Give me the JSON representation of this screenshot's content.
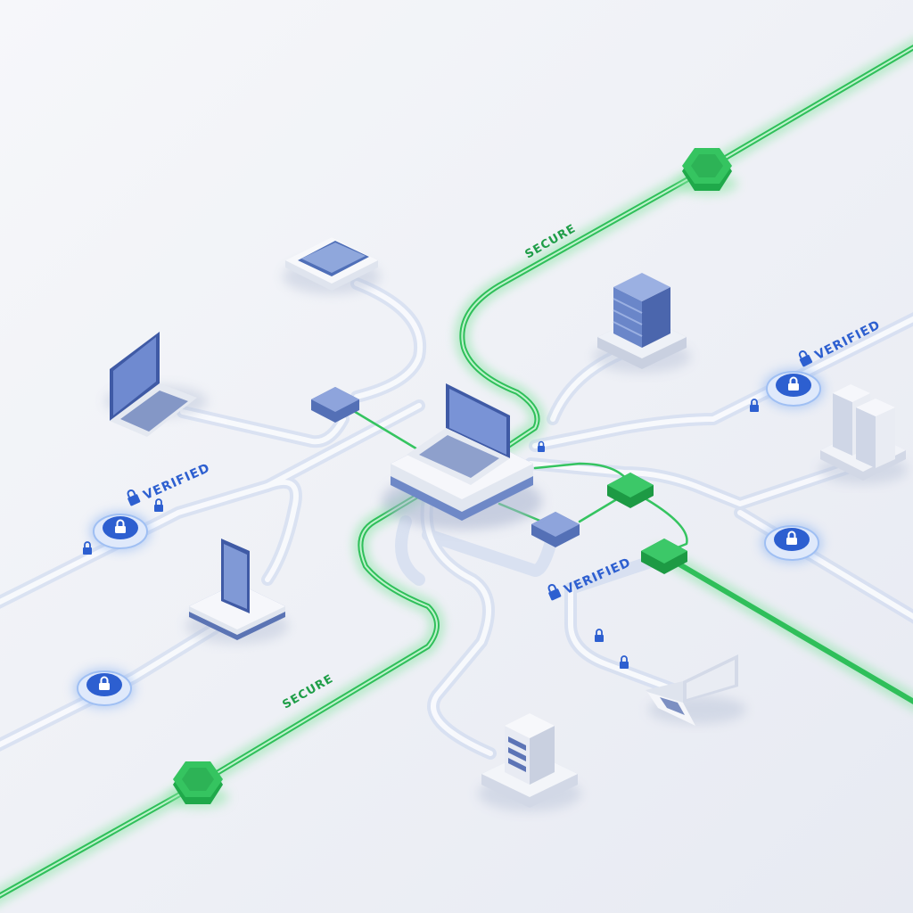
{
  "labels": {
    "secure_top": "SECURE",
    "secure_bottom": "SECURE",
    "verified_left": "VERIFIED",
    "verified_right": "VERIFIED",
    "verified_center": "VERIFIED"
  },
  "colors": {
    "secure_green": "#2fbf5a",
    "secure_green_glow": "#8ee7a6",
    "verified_blue": "#2d5fd0",
    "device_blue": "#6a86c9",
    "device_base": "#eef1f7",
    "pipe": "#e6edf8",
    "background_top": "#f4f5f9",
    "background_bottom": "#e8ebf3"
  },
  "icons": [
    "laptop-icon",
    "phone-icon",
    "server-icon",
    "lock-icon",
    "hexagon-node-icon",
    "switch-node-icon"
  ]
}
